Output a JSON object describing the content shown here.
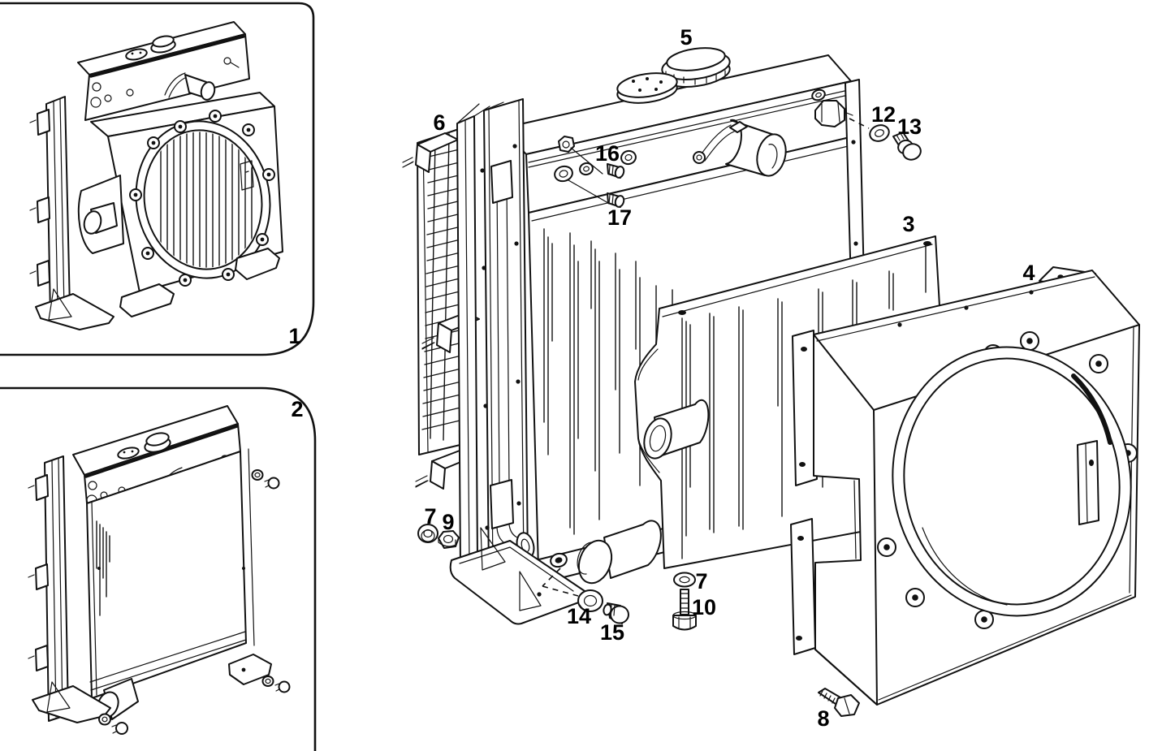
{
  "diagram": {
    "subject": "radiator exploded parts diagram",
    "paper": "#ffffff",
    "ink": "#111111",
    "panels": [
      {
        "id": "panel-1",
        "label": "1",
        "content": "radiator assembly with fan shroud"
      },
      {
        "id": "panel-2",
        "label": "2",
        "content": "radiator assembly without fan shroud"
      }
    ],
    "callouts": {
      "c1": "1",
      "c2": "2",
      "c3": "3",
      "c4": "4",
      "c5": "5",
      "c6": "6",
      "c7a": "7",
      "c7b": "7",
      "c8": "8",
      "c9": "9",
      "c10": "10",
      "c12": "12",
      "c13": "13",
      "c14": "14",
      "c15": "15",
      "c16": "16",
      "c17": "17"
    }
  }
}
